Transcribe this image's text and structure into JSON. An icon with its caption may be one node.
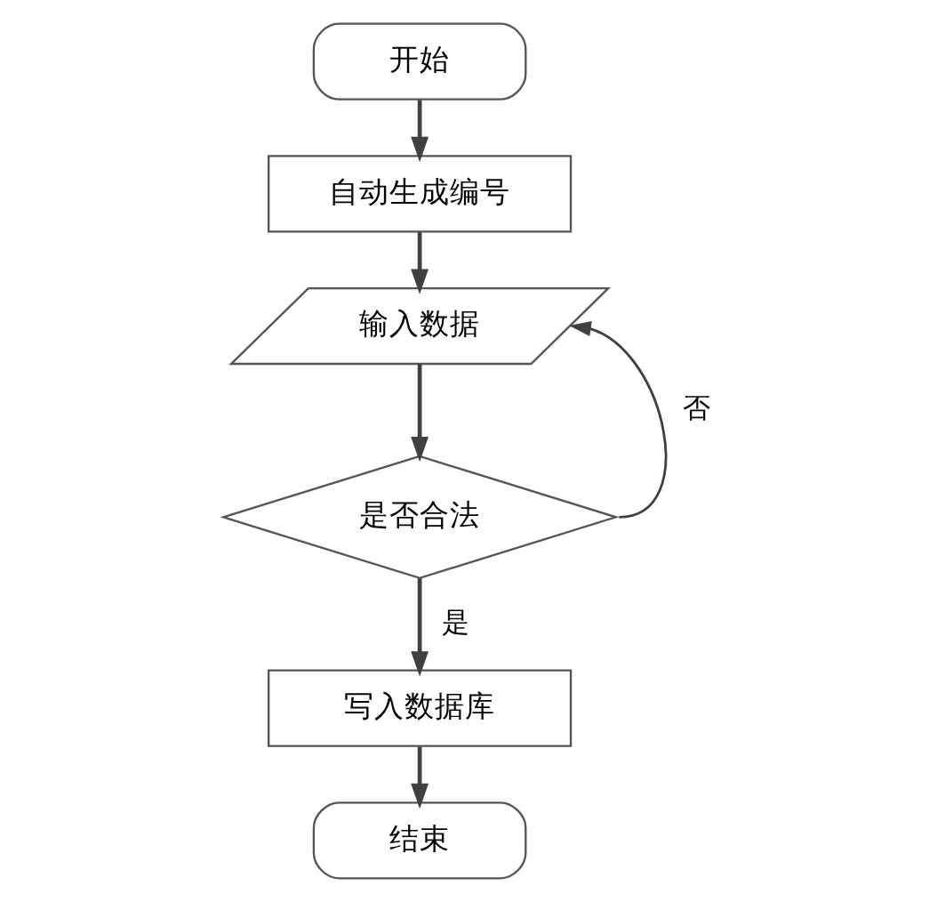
{
  "diagram": {
    "nodes": [
      {
        "text": [
          "开始"
        ]
      },
      {
        "text": [
          "自动生成编号"
        ]
      },
      {
        "text": [
          "输入数据"
        ]
      },
      {
        "text": [
          "是否合法"
        ]
      },
      {
        "text": [
          "写入数据库"
        ]
      },
      {
        "text": [
          "结束"
        ]
      }
    ],
    "edges": [
      {
        "from": 0,
        "to": 1,
        "arrow": "to"
      },
      {
        "from": 1,
        "to": 2,
        "arrow": "to"
      },
      {
        "from": 2,
        "to": 3,
        "arrow": "to"
      },
      {
        "from": 3,
        "to": 4,
        "arrow": "to",
        "label": "是"
      },
      {
        "from": 3,
        "to": 2,
        "arrow": "to",
        "label": "否"
      },
      {
        "from": 4,
        "to": 5,
        "arrow": "to"
      }
    ]
  }
}
